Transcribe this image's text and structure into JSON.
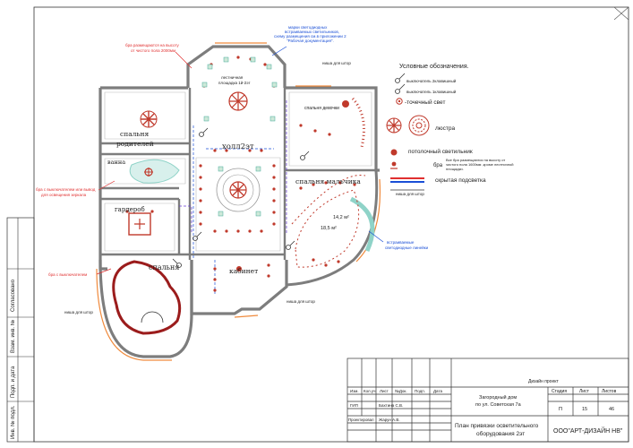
{
  "rooms": {
    "bedroom_parents_1": "спальня",
    "bedroom_parents_2": "родителей",
    "bath": "ванна",
    "wardrobe": "гардероб",
    "bedroom": "спальня",
    "hall": "холл2эт",
    "bedroom_boy": "спальня мальчика",
    "bedroom_girl": "спальня девочки",
    "cabinet": "кабинет",
    "area_1": "18,5 м²",
    "area_2": "14,2 м²",
    "stair_1": "лестничная",
    "stair_2": "площадка 1й-2эт"
  },
  "notes": {
    "bra_height_1": "бра размещаются на высоту",
    "bra_height_2": "от чистого пола 2000мм",
    "spec_1": "марки светодиодных",
    "spec_2": "встраиваемых светильников,",
    "spec_3": "схему размещения см.в приложении 2",
    "spec_4": "\"Рабочая документация\".",
    "niche_top": "ниша для штор",
    "niche_mid": "ниша для штор",
    "niche_cab": "ниша для штор",
    "niche_left": "ниша для штор",
    "bra_switch_1": "бра с выключателем или вывод",
    "bra_switch_2": "для освещения зеркала",
    "bra_switch_3": "бра с выключателем",
    "led_1": "встраиваемые",
    "led_2": "светодиодные линейки"
  },
  "legend": {
    "title": "Условные обозначения.",
    "switch2": "выключатель 2клавишный",
    "switch1": "выключатель 1клавишный",
    "spot": "-точечный свет",
    "chandelier": "люстра",
    "ceiling": "потолочный светильник",
    "bra": "бра",
    "bra_note_1": "Все бра размещаются на высоту от",
    "bra_note_2": "чистого пола 1600мм ,кроме лестничной",
    "bra_note_3": "площадки.",
    "hidden": "скрытая подсветка",
    "niche": "ниша для штор"
  },
  "side_stamp": {
    "agreed": "Согласовано",
    "inv_replace": "Взам. инв. №",
    "sign_date": "Подп. и дата",
    "inv_orig": "Инв. № подл."
  },
  "title_block": {
    "project": "Дизайн проект",
    "object_1": "Загородный дом",
    "object_2": "по ул. Советская 7а",
    "sheet_title_1": "План привязки осветительного",
    "sheet_title_2": "оборудования 2эт",
    "company": "ООО\"АРТ-ДИЗАЙН НВ\"",
    "h_izm": "Изм.",
    "h_koluch": "Кол.уч",
    "h_list": "Лист",
    "h_ndok": "№Док.",
    "h_podp": "Подп.",
    "h_data": "Дата",
    "gip": "ГИП",
    "gip_name": "Бахтина С.В.",
    "designer": "Проектировал",
    "designer_name": "Жарун А.В.",
    "stage_h": "Стадия",
    "sheet_h": "Лист",
    "sheets_h": "Листов",
    "stage": "П",
    "sheet": "15",
    "sheets": "46"
  },
  "colors": {
    "fixture": "#c0392b",
    "wall": "#8a8a8a",
    "annotation_red": "#e03030",
    "annotation_blue": "#1a4fd6",
    "led": "#8fd3c8",
    "window": "#f08a3c"
  }
}
